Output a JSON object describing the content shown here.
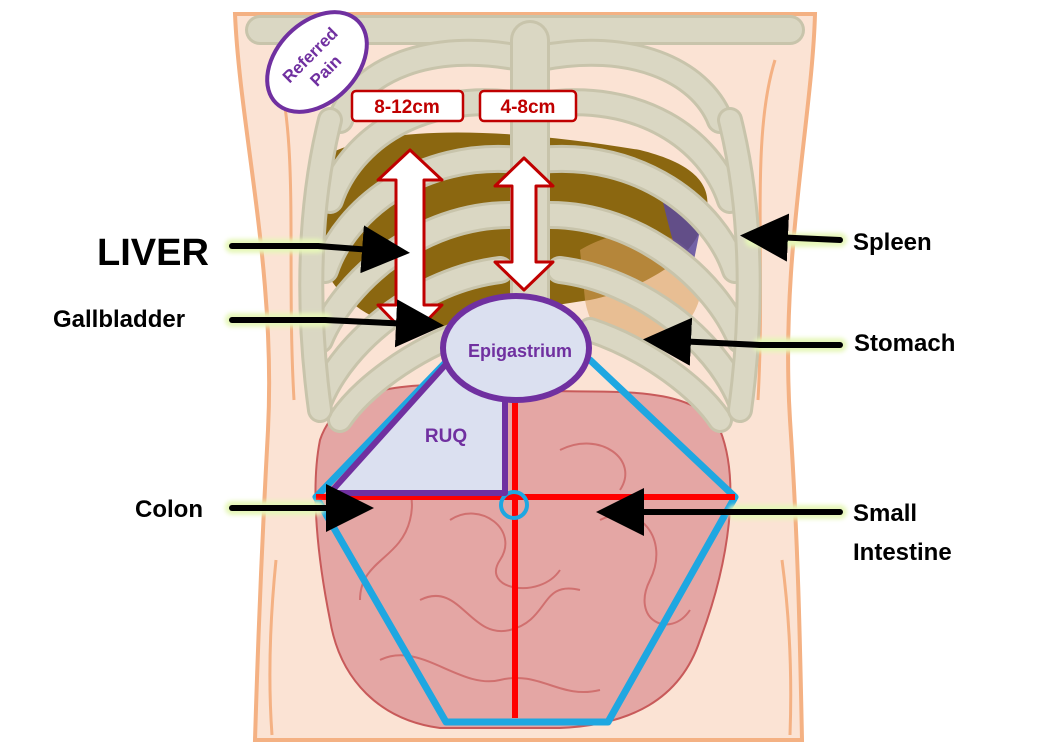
{
  "labels": {
    "liver": "LIVER",
    "gallbladder": "Gallbladder",
    "colon": "Colon",
    "spleen": "Spleen",
    "stomach": "Stomach",
    "small_intestine_line1": "Small",
    "small_intestine_line2": "Intestine",
    "referred_pain_line1": "Referred",
    "referred_pain_line2": "Pain",
    "liver_span": "8-12cm",
    "epigastric_span": "4-8cm",
    "epigastrium": "Epigastrium",
    "ruq": "RUQ"
  },
  "colors": {
    "skin": "#fbe3d4",
    "outline": "#f4b183",
    "rib": "#dad7c3",
    "rib_edge": "#c8c4ab",
    "liver": "#8b6710",
    "intestine": "#e4a6a4",
    "intestine_line": "#c85a5a",
    "blue_border": "#1ea7e1",
    "red_line": "#ff0000",
    "purple": "#7030a0",
    "region_fill": "#dbe0f0",
    "box_border": "#c00000",
    "box_text": "#c00000",
    "arrow_outline": "#c00000",
    "spleen": "#5b4a9e",
    "glow": "#e6f7b8"
  }
}
